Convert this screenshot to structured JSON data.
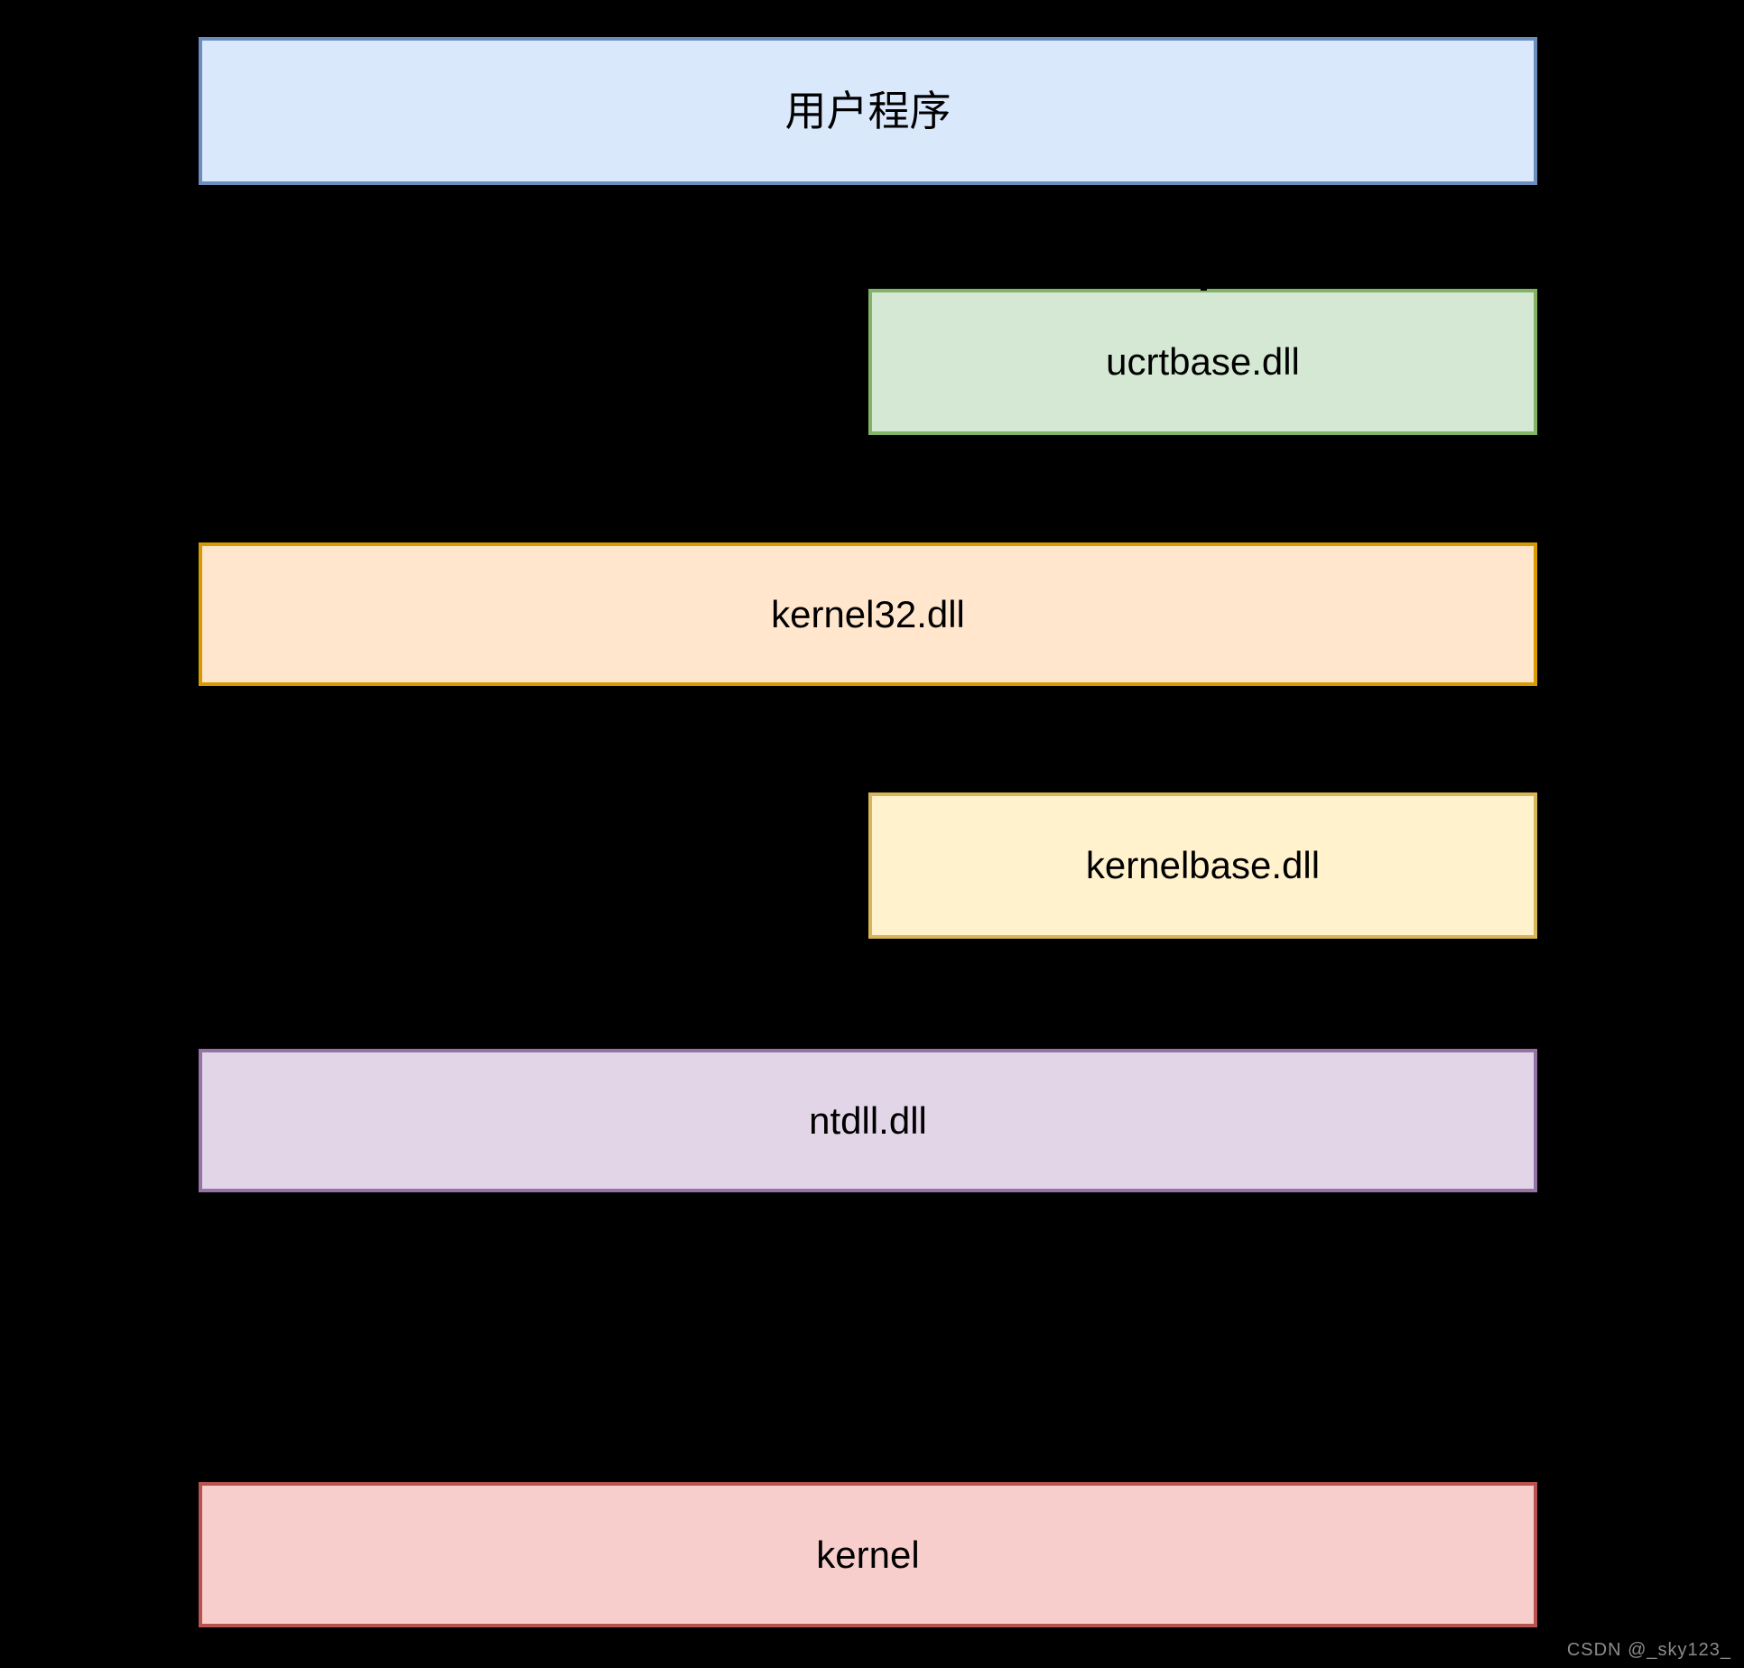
{
  "page": {
    "background_color": "#000000",
    "watermark": "CSDN @_sky123_",
    "watermark_color": "#8c8c8c"
  },
  "diagram": {
    "type": "layer-diagram",
    "description_visible_text_only": true,
    "boxes": [
      {
        "id": "user-program",
        "label": "用户程序",
        "fill": "#dae8fc",
        "border": "#6c8ebf"
      },
      {
        "id": "ucrtbase",
        "label": "ucrtbase.dll",
        "fill": "#d5e8d4",
        "border": "#82b366"
      },
      {
        "id": "kernel32",
        "label": "kernel32.dll",
        "fill": "#ffe6cc",
        "border": "#d79b00"
      },
      {
        "id": "kernelbase",
        "label": "kernelbase.dll",
        "fill": "#fff2cc",
        "border": "#d6b656"
      },
      {
        "id": "ntdll",
        "label": "ntdll.dll",
        "fill": "#e1d5e7",
        "border": "#9673a6"
      },
      {
        "id": "kernel",
        "label": "kernel",
        "fill": "#f8cecc",
        "border": "#b85450"
      }
    ]
  }
}
